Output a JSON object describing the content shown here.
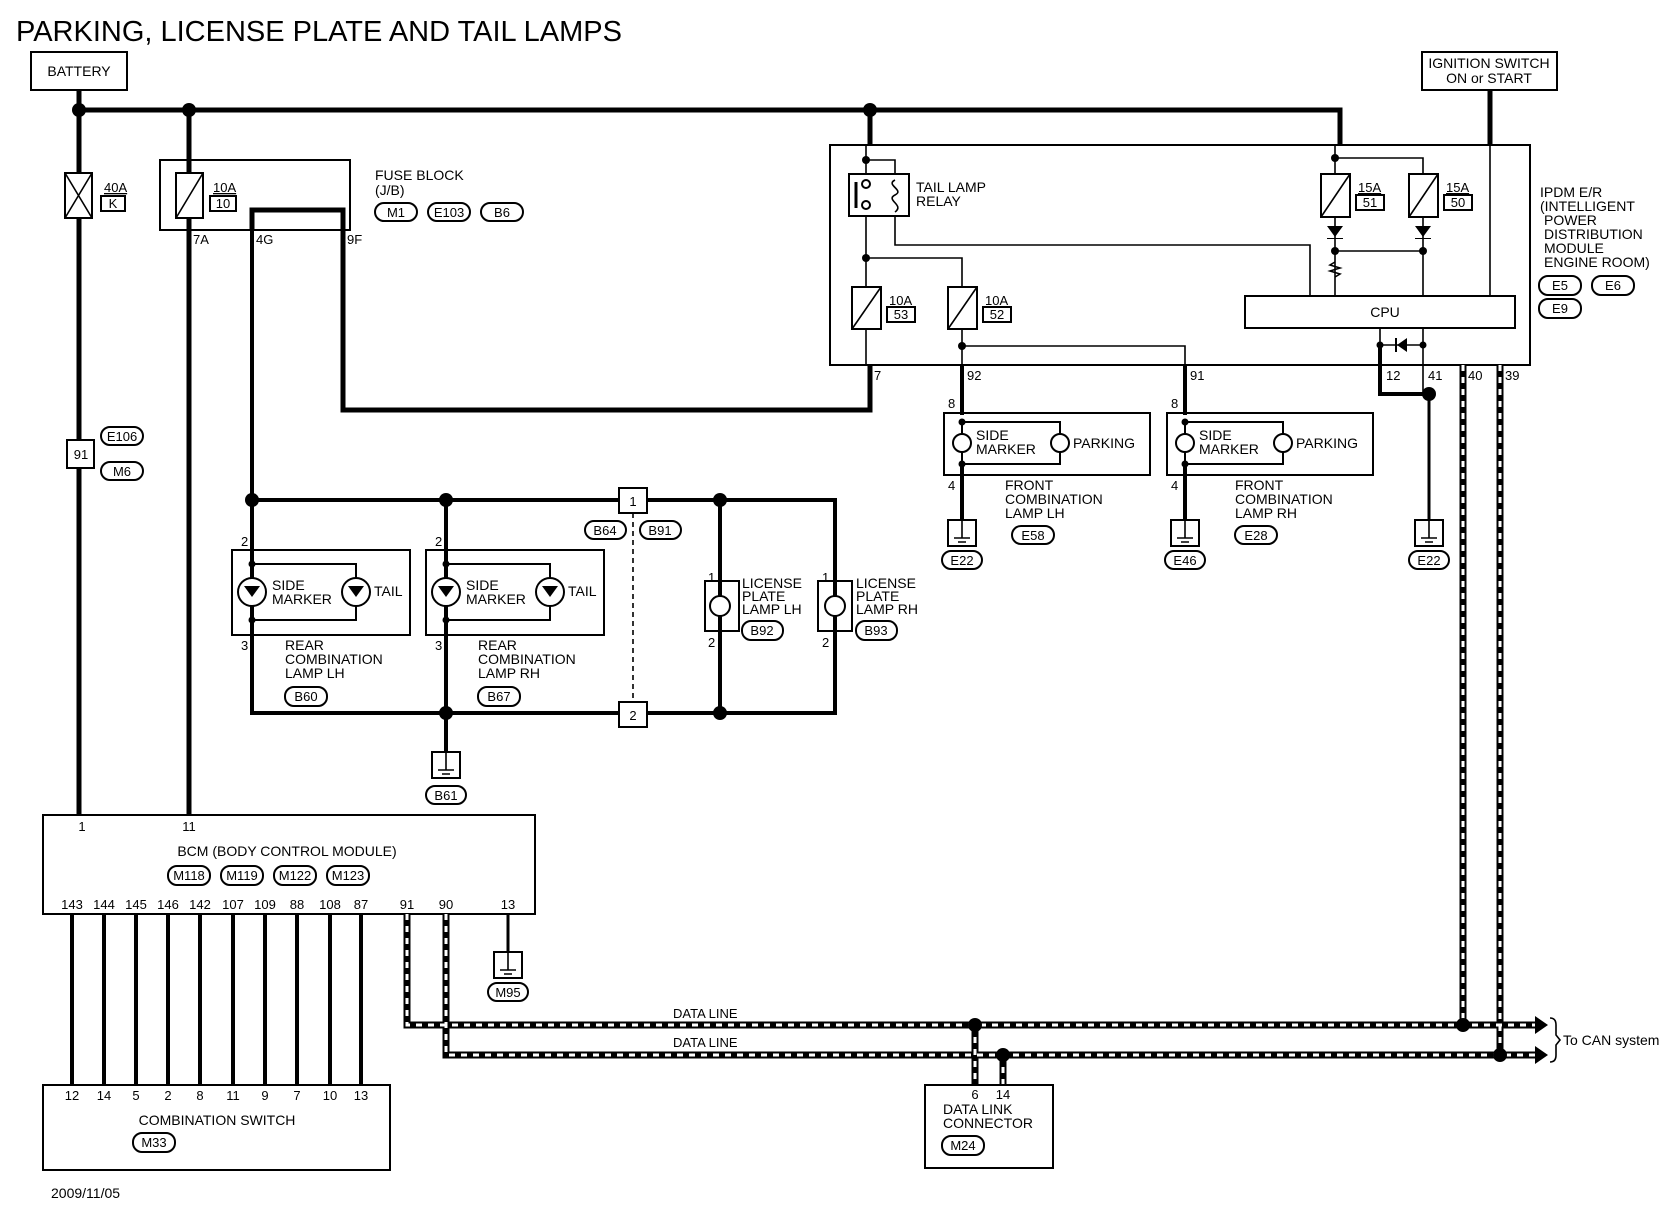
{
  "title": "PARKING, LICENSE PLATE AND TAIL LAMPS",
  "date": "2009/11/05",
  "battery": {
    "label": "BATTERY"
  },
  "ignition_switch": {
    "line1": "IGNITION SWITCH",
    "line2": "ON or START"
  },
  "fusible_link": {
    "rating": "40A",
    "id": "K"
  },
  "inline_connector_91": {
    "pin": "91",
    "connectors": [
      "E106",
      "M6"
    ]
  },
  "fuse_block": {
    "line1": "FUSE BLOCK",
    "line2": "(J/B)",
    "connectors": [
      "M1",
      "E103",
      "B6"
    ],
    "fuse": {
      "rating": "10A",
      "id": "10"
    },
    "pins": [
      "7A",
      "4G",
      "9F"
    ]
  },
  "ipdm": {
    "lines": [
      "IPDM E/R",
      "(INTELLIGENT",
      "POWER",
      "DISTRIBUTION",
      "MODULE",
      "ENGINE ROOM)"
    ],
    "connectors": [
      "E5",
      "E6",
      "E9"
    ],
    "relay": {
      "line1": "TAIL LAMP",
      "line2": "RELAY"
    },
    "fuses": [
      {
        "rating": "10A",
        "id": "53"
      },
      {
        "rating": "10A",
        "id": "52"
      },
      {
        "rating": "15A",
        "id": "51"
      },
      {
        "rating": "15A",
        "id": "50"
      }
    ],
    "cpu": "CPU",
    "pins": [
      "7",
      "92",
      "91",
      "12",
      "41",
      "40",
      "39"
    ]
  },
  "front_lamps": [
    {
      "line1": "FRONT",
      "line2": "COMBINATION",
      "line3": "LAMP LH",
      "connector": "E58",
      "ground": "E22",
      "pin_top": "8",
      "pin_bottom": "4",
      "bulb1_l1": "SIDE",
      "bulb1_l2": "MARKER",
      "bulb2": "PARKING"
    },
    {
      "line1": "FRONT",
      "line2": "COMBINATION",
      "line3": "LAMP RH",
      "connector": "E28",
      "ground": "E46",
      "pin_top": "8",
      "pin_bottom": "4",
      "bulb1_l1": "SIDE",
      "bulb1_l2": "MARKER",
      "bulb2": "PARKING"
    }
  ],
  "ipdm_ground": "E22",
  "rear_lamps": [
    {
      "line1": "REAR",
      "line2": "COMBINATION",
      "line3": "LAMP LH",
      "connector": "B60",
      "pin_top": "2",
      "pin_bottom": "3",
      "led1_l1": "SIDE",
      "led1_l2": "MARKER",
      "led2": "TAIL"
    },
    {
      "line1": "REAR",
      "line2": "COMBINATION",
      "line3": "LAMP RH",
      "connector": "B67",
      "pin_top": "2",
      "pin_bottom": "3",
      "led1_l1": "SIDE",
      "led1_l2": "MARKER",
      "led2": "TAIL"
    }
  ],
  "rear_ground": "B61",
  "harness_connector": {
    "pin_top": "1",
    "pin_bottom": "2",
    "connectors": [
      "B64",
      "B91"
    ]
  },
  "license_lamps": [
    {
      "line1": "LICENSE",
      "line2": "PLATE",
      "line3": "LAMP LH",
      "connector": "B92",
      "pin_top": "1",
      "pin_bottom": "2"
    },
    {
      "line1": "LICENSE",
      "line2": "PLATE",
      "line3": "LAMP RH",
      "connector": "B93",
      "pin_top": "1",
      "pin_bottom": "2"
    }
  ],
  "bcm": {
    "label": "BCM (BODY CONTROL MODULE)",
    "connectors": [
      "M118",
      "M119",
      "M122",
      "M123"
    ],
    "top_pins": [
      "1",
      "11"
    ],
    "bottom_pins": [
      "143",
      "144",
      "145",
      "146",
      "142",
      "107",
      "109",
      "88",
      "108",
      "87",
      "91",
      "90",
      "13"
    ],
    "ground": "M95"
  },
  "combination_switch": {
    "label": "COMBINATION SWITCH",
    "connector": "M33",
    "pins": [
      "12",
      "14",
      "5",
      "2",
      "8",
      "11",
      "9",
      "7",
      "10",
      "13"
    ]
  },
  "data_lines": [
    "DATA LINE",
    "DATA LINE"
  ],
  "can_label": "To CAN system",
  "data_link_connector": {
    "line1": "DATA LINK",
    "line2": "CONNECTOR",
    "connector": "M24",
    "pins": [
      "6",
      "14"
    ]
  }
}
